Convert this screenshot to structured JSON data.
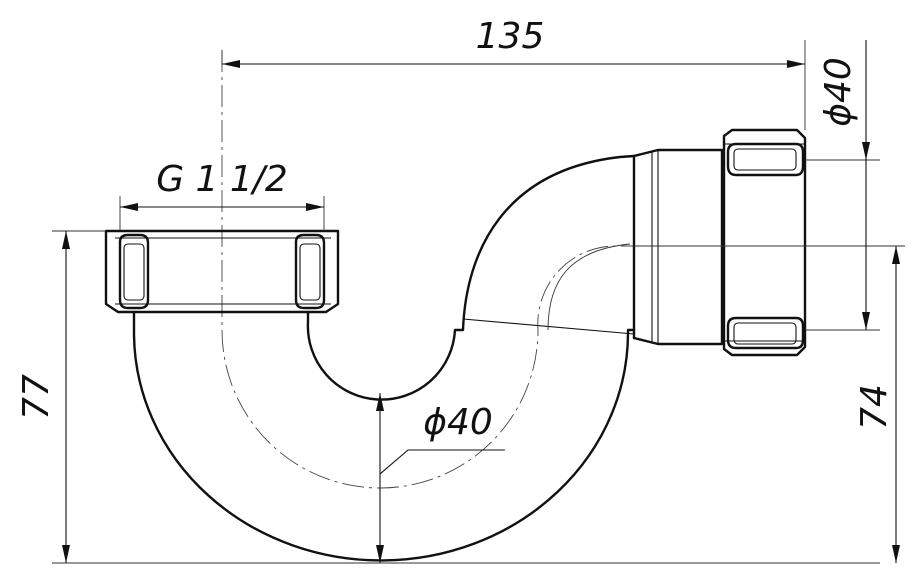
{
  "dimensions": {
    "overall_width": "135",
    "thread_size": "G 1 1/2",
    "outlet_diameter": "ϕ40",
    "pipe_diameter": "ϕ40",
    "left_height": "77",
    "right_height": "74"
  }
}
